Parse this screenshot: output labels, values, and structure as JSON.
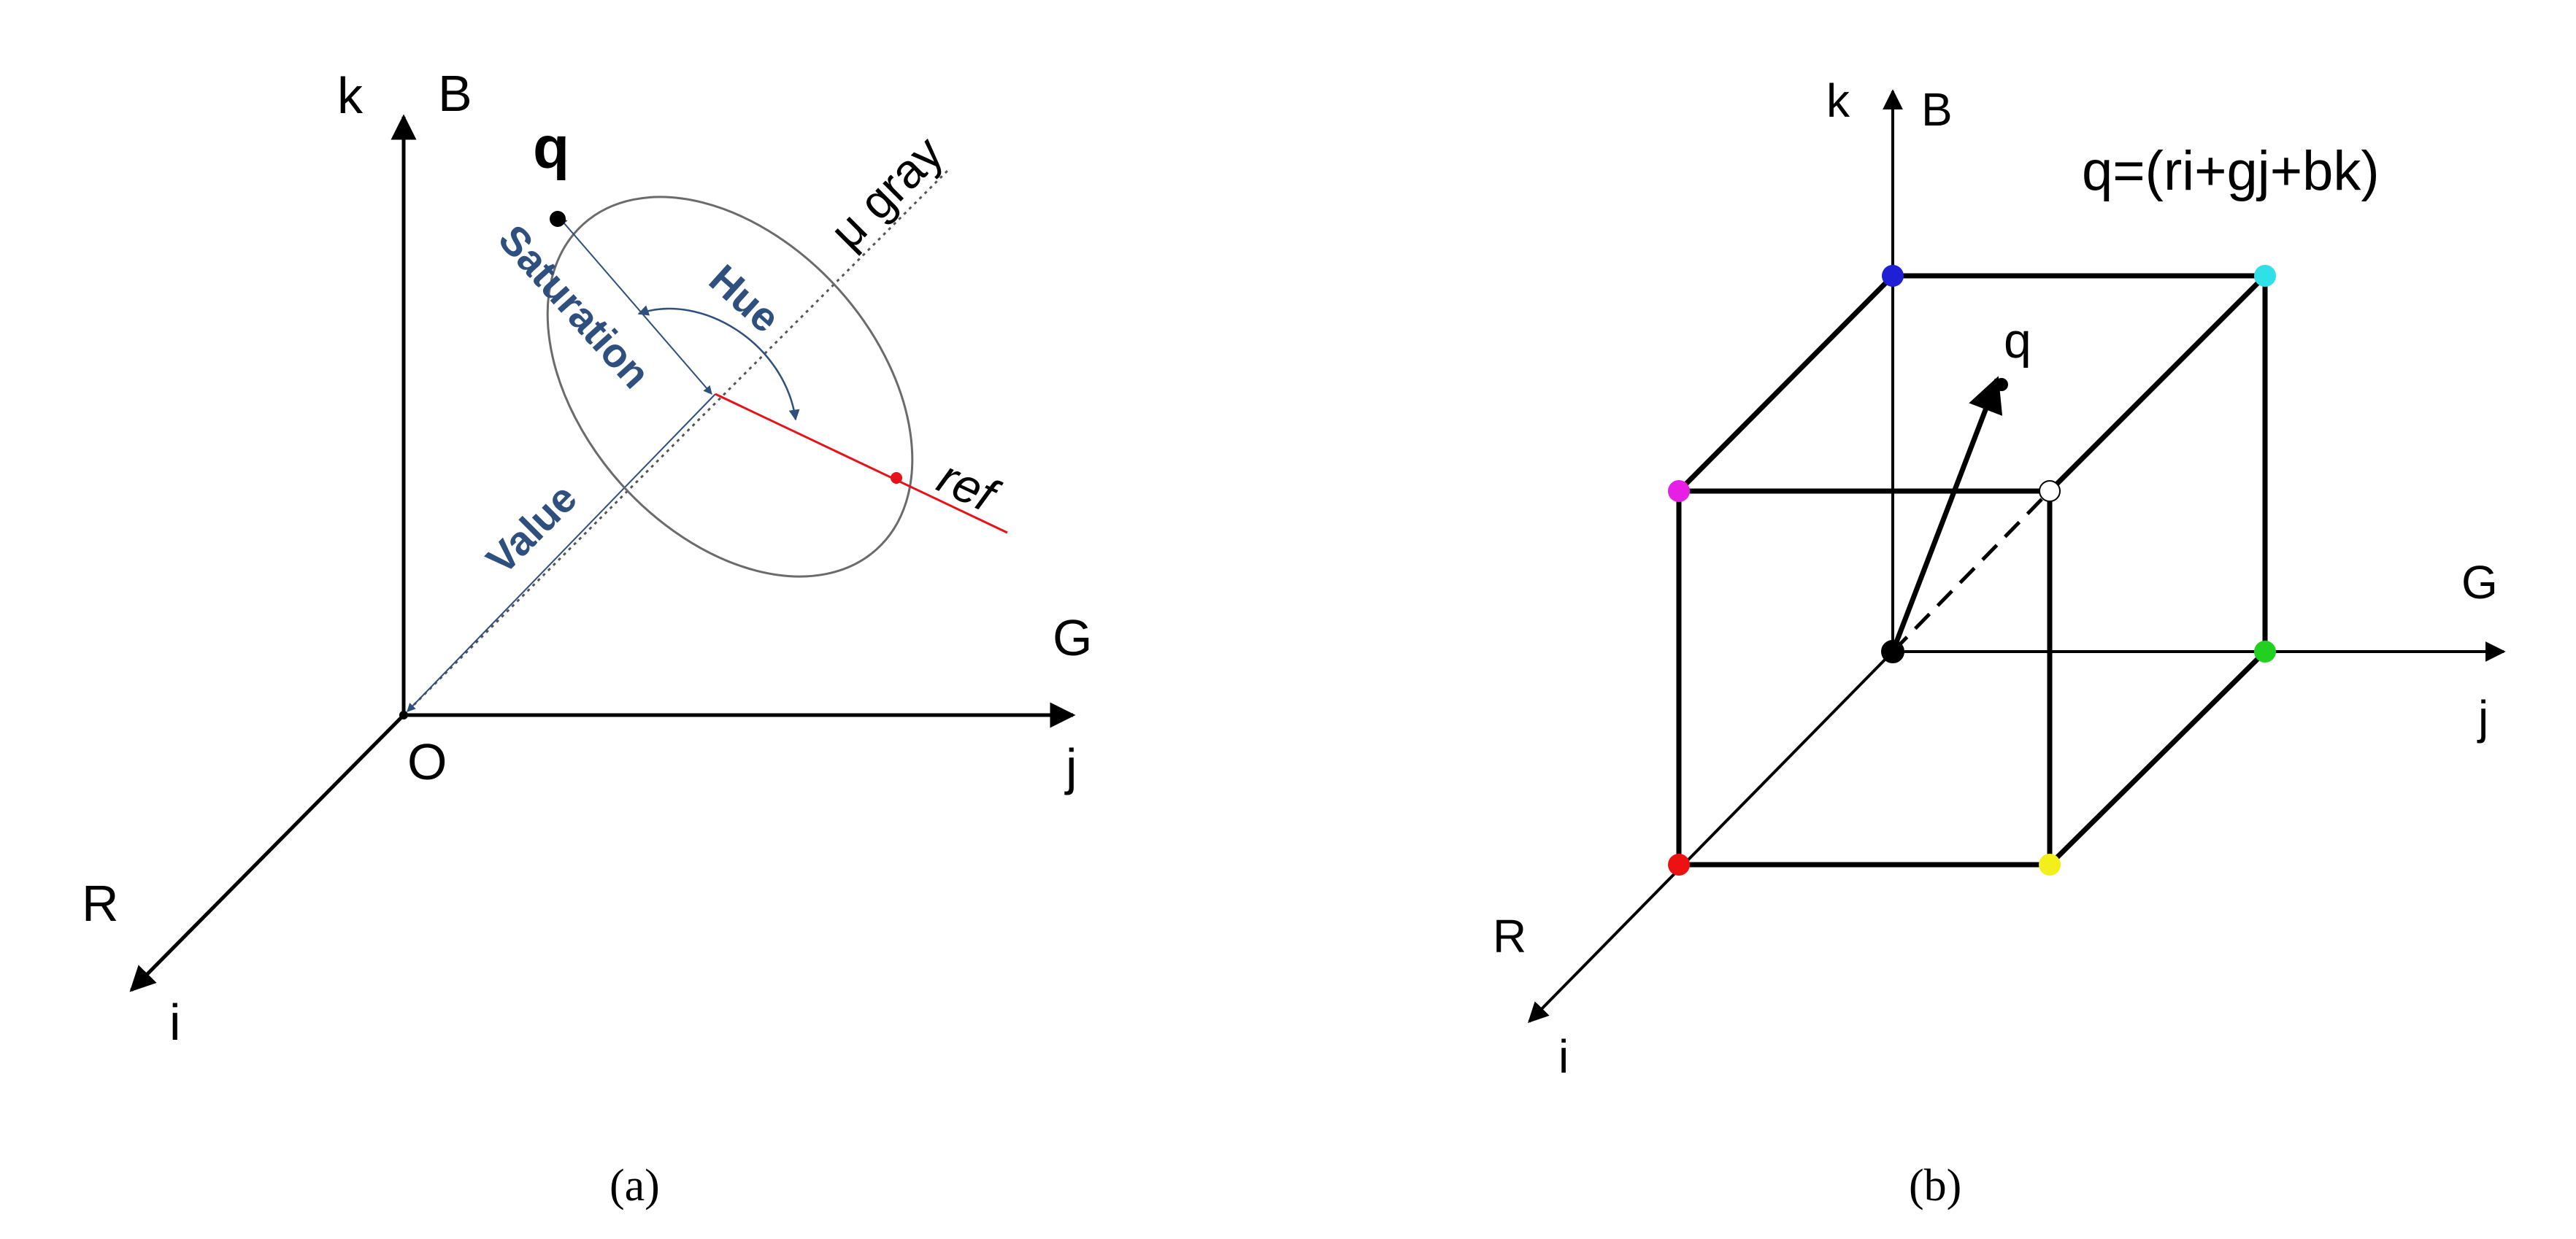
{
  "panel_a": {
    "axis_k": "k",
    "axis_B": "B",
    "axis_G": "G",
    "axis_j": "j",
    "axis_R": "R",
    "axis_i": "i",
    "origin": "O",
    "q": "q",
    "mu_gray": "μ gray",
    "ref": "ref",
    "saturation": "Saturation",
    "hue": "Hue",
    "value": "Value",
    "caption": "(a)"
  },
  "panel_b": {
    "axis_k": "k",
    "axis_B": "B",
    "axis_G": "G",
    "axis_j": "j",
    "axis_R": "R",
    "axis_i": "i",
    "q": "q",
    "formula": "q=(ri+gj+bk)",
    "caption": "(b)",
    "vertex_colors": {
      "black": "#000000",
      "blue": "#1f1fd6",
      "cyan": "#2fe0e6",
      "magenta": "#e61ee6",
      "white": "#ffffff",
      "green": "#22d022",
      "red": "#ee1111",
      "yellow": "#f2ef1a"
    }
  },
  "colors": {
    "label_blue": "#2f4f7f",
    "ref_red": "#e8111a"
  }
}
